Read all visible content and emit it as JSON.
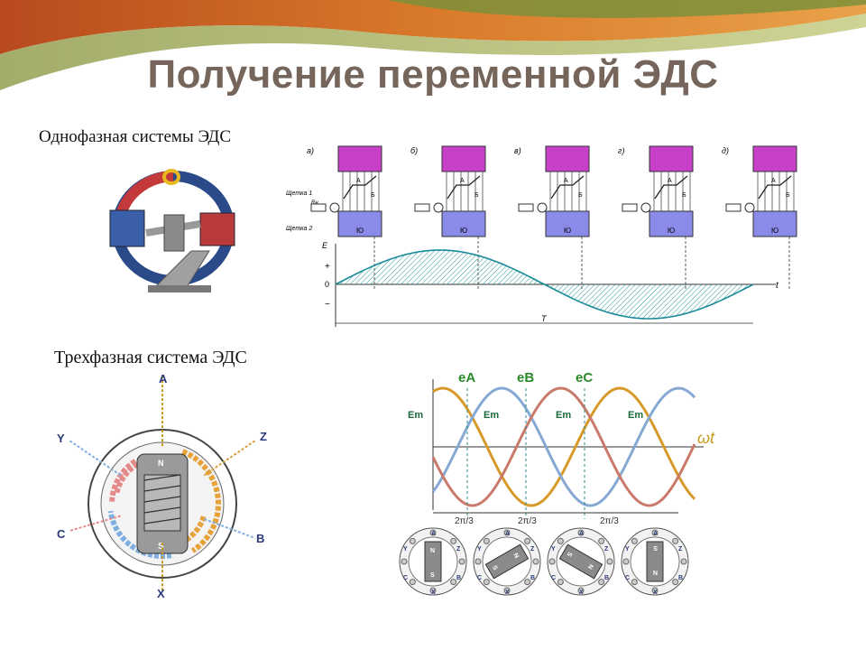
{
  "slide": {
    "title": "Получение переменной ЭДС",
    "single_phase_caption": "Однофазная системы ЭДС",
    "three_phase_caption": "Трехфазная система ЭДС"
  },
  "single_phase_diagram": {
    "panel_labels": [
      "а)",
      "б)",
      "в)",
      "г)",
      "д)"
    ],
    "brush_labels": [
      "Щетка 1",
      "Rн",
      "Щетка 2"
    ],
    "conductor_labels": [
      "А",
      "Б"
    ],
    "pole_labels": [
      "Ю"
    ],
    "axis": {
      "y_label": "E",
      "x_label": "t",
      "zero": "0",
      "plus": "+",
      "minus": "−",
      "period": "T"
    }
  },
  "three_phase_diagram": {
    "phases": [
      "eA",
      "eB",
      "eC"
    ],
    "em_labels": [
      "Em",
      "Em",
      "Em",
      "Em"
    ],
    "x_label": "ωt",
    "shift_labels": [
      "2π/3",
      "2π/3",
      "2π/3"
    ],
    "phase_colors": {
      "A": "#d79a2a",
      "B": "#86a9d4",
      "C": "#c97a6a"
    }
  },
  "stator": {
    "terminals": [
      "A",
      "Z",
      "B",
      "X",
      "C",
      "Y"
    ],
    "poles": [
      "N",
      "S"
    ],
    "coil_colors": {
      "A": "#e8a23a",
      "B": "#7faee0",
      "C": "#e58a8a"
    }
  },
  "mini_stators": {
    "count": 4,
    "terminals": [
      "A",
      "Z",
      "B",
      "X",
      "C",
      "Y"
    ],
    "poles": [
      "N",
      "S"
    ]
  }
}
